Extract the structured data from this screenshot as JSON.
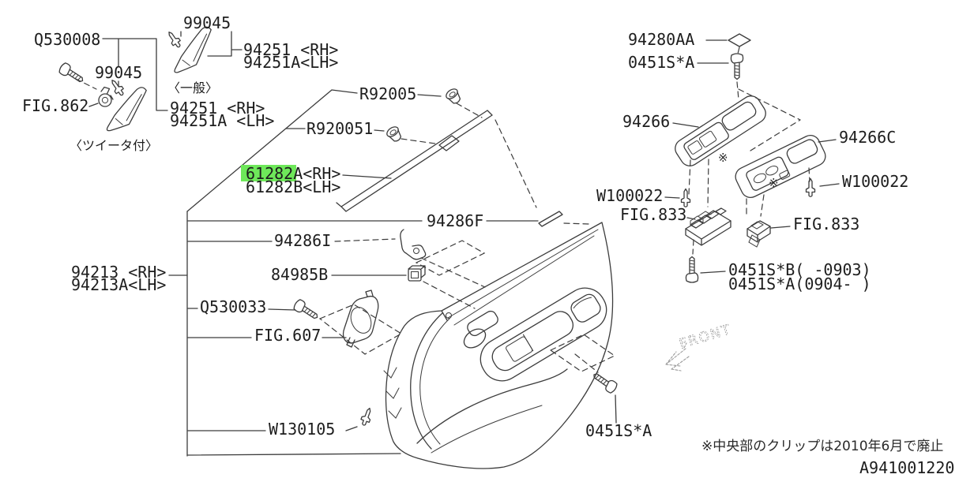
{
  "colors": {
    "highlight": "#6ee85a",
    "line": "#3c3c3c",
    "sketch_gray": "#9a9a9a",
    "text": "#1d1d1d",
    "background": "#ffffff"
  },
  "figure": {
    "diagram_id": "A941001220",
    "note": "※中央部のクリップは2010年6月で廃止",
    "front_label": "FRONT",
    "ref_mark": "※",
    "highlighted_part": "61282"
  },
  "labels": {
    "q530008": "Q530008",
    "c99045": "99045",
    "p94251_rh": "94251 <RH>",
    "p94251a_lh": "94251A<LH>",
    "p94251a_lh_spaced": "94251A <LH>",
    "fig862": "FIG.862",
    "jp_general": "〈一般〉",
    "jp_with_tweeter": "〈ツイータ付〉",
    "r92005": "R92005",
    "r920051": "R920051",
    "p61282a_rh": "61282A<RH>",
    "p61282b_lh": "61282B<LH>",
    "p94286f": "94286F",
    "p94286i": "94286I",
    "p84985b": "84985B",
    "p94213_rh": "94213 <RH>",
    "p94213a_lh": "94213A<LH>",
    "q530033": "Q530033",
    "fig607": "FIG.607",
    "w130105": "W130105",
    "p94280aa": "94280AA",
    "p0451s_a": "0451S*A",
    "p94266": "94266",
    "p94266c": "94266C",
    "w100022": "W100022",
    "fig833": "FIG.833",
    "p0451s_b_dated": "0451S*B( -0903)",
    "p0451s_a_dated": "0451S*A(0904- )"
  }
}
